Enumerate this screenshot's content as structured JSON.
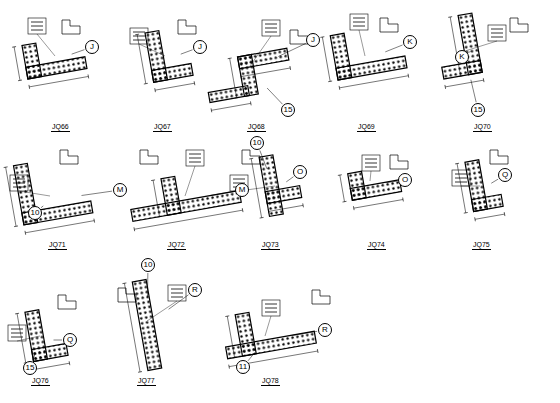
{
  "diagram": {
    "nodes": [
      {
        "text": [
          "J"
        ]
      },
      {
        "text": [
          "J"
        ]
      },
      {
        "text": [
          "J"
        ]
      },
      {
        "text": [
          "15"
        ]
      },
      {
        "text": [
          "K"
        ]
      },
      {
        "text": [
          "K"
        ]
      },
      {
        "text": [
          "15"
        ]
      },
      {
        "text": [
          "M"
        ]
      },
      {
        "text": [
          "10"
        ]
      },
      {
        "text": [
          "M"
        ]
      },
      {
        "text": [
          "10"
        ]
      },
      {
        "text": [
          "O"
        ]
      },
      {
        "text": [
          "O"
        ]
      },
      {
        "text": [
          "Q"
        ]
      },
      {
        "text": [
          "Q"
        ]
      },
      {
        "text": [
          "15"
        ]
      },
      {
        "text": [
          "10"
        ]
      },
      {
        "text": [
          "R"
        ]
      },
      {
        "text": [
          "R"
        ]
      },
      {
        "text": [
          "11"
        ]
      }
    ],
    "labels": [
      "JQ66",
      "JQ67",
      "JQ68",
      "JQ69",
      "JQ70",
      "JQ71",
      "JQ72",
      "JQ73",
      "JQ74",
      "JQ75",
      "JQ76",
      "JQ77",
      "JQ78"
    ]
  }
}
